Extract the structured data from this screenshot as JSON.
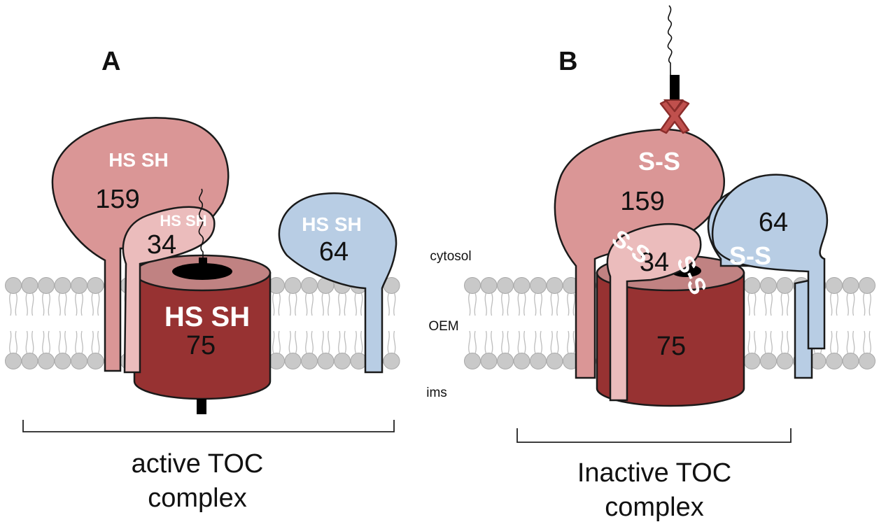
{
  "panel_a": {
    "letter": "A",
    "toc159": {
      "number": "159",
      "groups": "HS SH"
    },
    "toc34": {
      "number": "34",
      "groups": "HS SH"
    },
    "toc64": {
      "number": "64",
      "groups": "HS SH"
    },
    "toc75": {
      "number": "75",
      "groups": "HS SH"
    },
    "caption_line1": "active TOC",
    "caption_line2": "complex"
  },
  "panel_b": {
    "letter": "B",
    "toc159": {
      "number": "159",
      "groups": "S-S"
    },
    "toc34": {
      "number": "34",
      "groups_left": "S-S",
      "groups_right": "S-S"
    },
    "toc64": {
      "number": "64",
      "groups": "S-S"
    },
    "toc75": {
      "number": "75"
    },
    "caption_line1": "Inactive TOC",
    "caption_line2": "complex"
  },
  "compartments": {
    "cytosol": "cytosol",
    "membrane": "OEM",
    "ims": "ims"
  },
  "colors": {
    "toc159": "#da9696",
    "toc34": "#ebbcbc",
    "toc64": "#b8cde4",
    "toc75_body": "#973232",
    "toc75_top": "#c08282",
    "lipid_head": "#c9c9c9",
    "blocked_mark": "#c0504d"
  }
}
